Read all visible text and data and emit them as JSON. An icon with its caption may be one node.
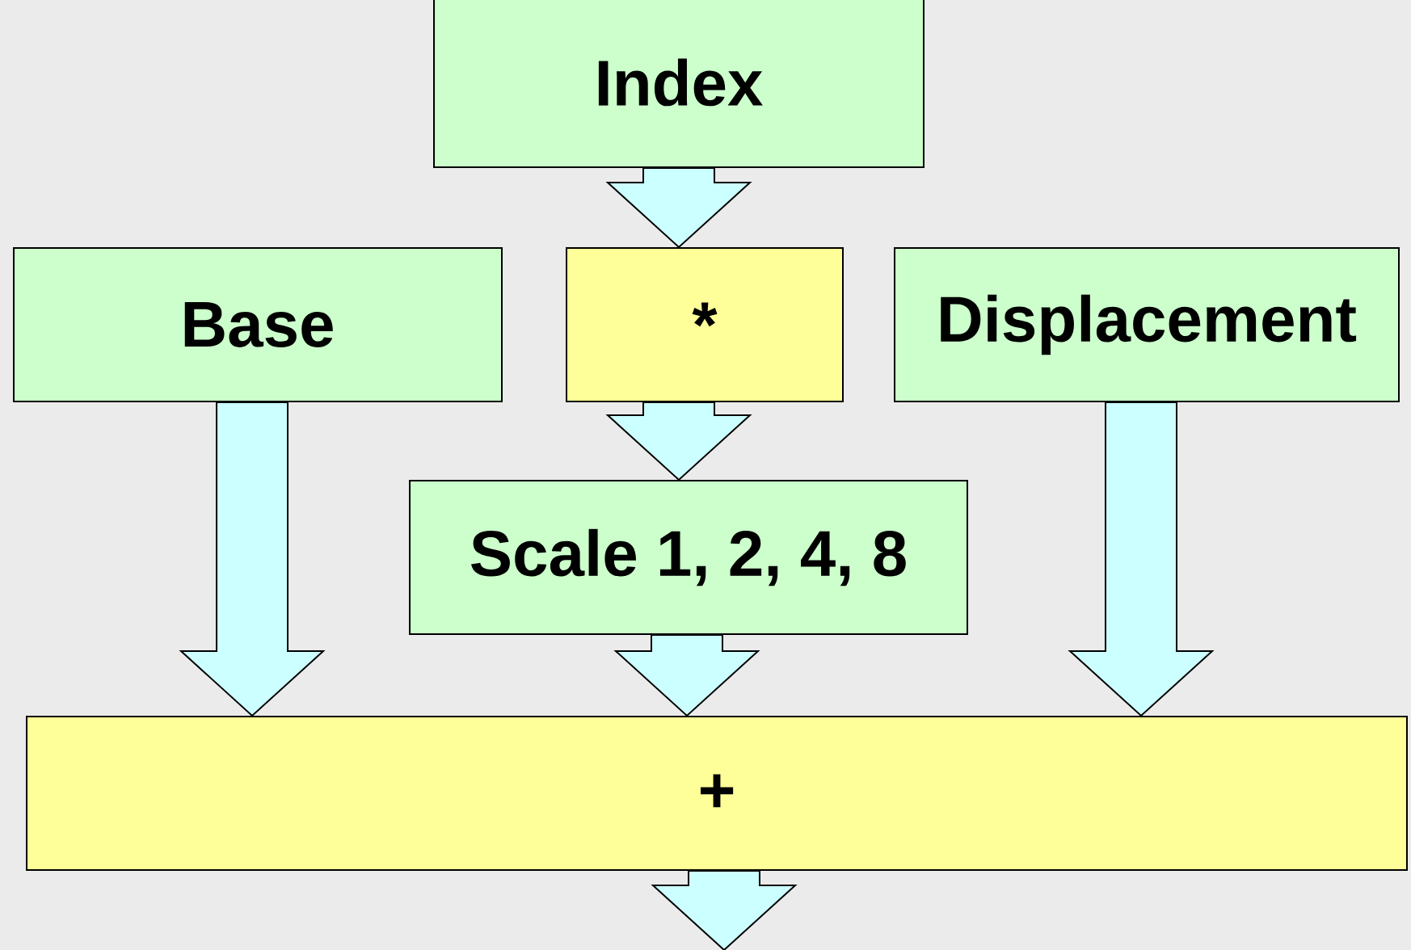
{
  "diagram": {
    "nodes": [
      {
        "text": [
          "Index"
        ]
      },
      {
        "text": [
          "Base"
        ]
      },
      {
        "text": [
          "*"
        ]
      },
      {
        "text": [
          "Displacement"
        ]
      },
      {
        "text": [
          "Scale 1, 2, 4, 8"
        ]
      },
      {
        "text": [
          "+"
        ]
      }
    ],
    "edges": [
      {
        "from": 0,
        "to": 2,
        "arrow": "to"
      },
      {
        "from": 2,
        "to": 4,
        "arrow": "to"
      },
      {
        "from": 1,
        "to": 5,
        "arrow": "to"
      },
      {
        "from": 4,
        "to": 5,
        "arrow": "to"
      },
      {
        "from": 3,
        "to": 5,
        "arrow": "to"
      },
      {
        "from": 5,
        "to": null,
        "arrow": "to"
      }
    ]
  }
}
